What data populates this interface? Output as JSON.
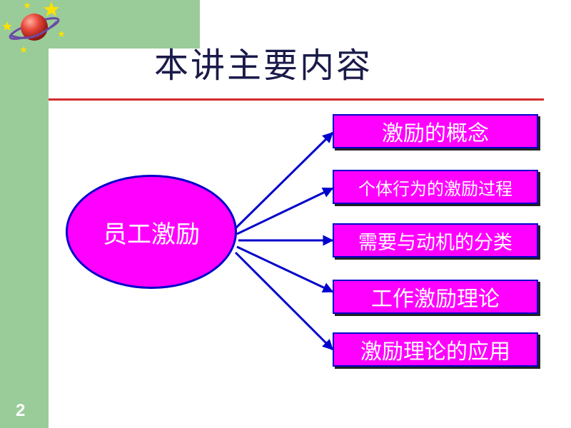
{
  "slide": {
    "page_number": "2",
    "title": "本讲主要内容"
  },
  "diagram": {
    "center": {
      "label": "员工激励"
    },
    "topics": [
      {
        "label": "激励的概念"
      },
      {
        "label": "个体行为的激励过程"
      },
      {
        "label": "需要与动机的分类"
      },
      {
        "label": "工作激励理论"
      },
      {
        "label": "激励理论的应用"
      }
    ]
  },
  "colors": {
    "side_band": "#99cc99",
    "node_fill": "#ff00ff",
    "node_border": "#0000cc",
    "arrow": "#0000cc",
    "title_rule": "#d42b2b",
    "title_text": "#1a1a4a",
    "node_text": "#ffffff"
  },
  "icons": {
    "logo": "planet-with-stars-icon"
  }
}
